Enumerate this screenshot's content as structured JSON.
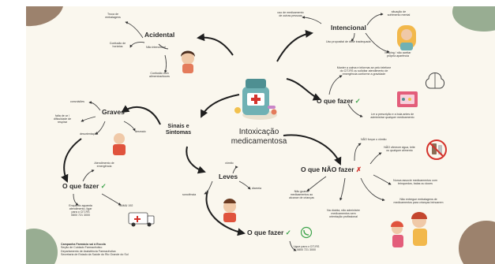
{
  "topics": {
    "center": {
      "line1": "Intoxicação",
      "line2": "medicamentosa"
    },
    "signs": {
      "line1": "Sinais e",
      "line2": "Sintomas"
    },
    "accidental": "Acidental",
    "intentional": "Intencional",
    "graves": "Graves",
    "leves": "Leves"
  },
  "accidental_notes": {
    "troca_1": "Troca de",
    "troca_2": "embalagens",
    "confusao_1": "Confusão de",
    "confusao_2": "horários",
    "nao_intencional": "Não intencional",
    "alimentos_1": "Confusão com",
    "alimentos_2": "alimentos/doces"
  },
  "intentional_notes": {
    "uso_1": "uso de medicamento",
    "uso_2": "de outras pessoas",
    "situacao_1": "situação de",
    "situacao_2": "sofrimento mental",
    "proposital": "Uso proposital de dose inadequada",
    "bullying_1": "bullying / não aceitar",
    "bullying_2": "própria aparência"
  },
  "graves_notes": {
    "convulsoes": "convulsões",
    "falta_ar_1": "falta de ar /",
    "falta_ar_2": "dificuldade de",
    "falta_ar_3": "respirar",
    "desorientacao": "desorientação",
    "desmaio": "desmaio"
  },
  "leves_notes": {
    "vomito": "vômito",
    "diarreia": "diarreia",
    "sonolencia": "sonolência"
  },
  "what_to_do_left": {
    "title": "O que fazer",
    "atendimento_1": "Atendimento de",
    "atendimento_2": "emergência",
    "enquanto_1": "Enquanto aguarda",
    "enquanto_2": "atendimento, ligar",
    "enquanto_3": "para o CIT-RS",
    "enquanto_4": "0800 721 3000",
    "samu": "SAMU 192"
  },
  "what_to_do_right": {
    "title": "O que fazer",
    "manter_1": "Manter a calma e informar-se pelo telefone",
    "manter_2": "do CIT-RS ou solicitar atendimento de",
    "manter_3": "emergência conforme a gravidade",
    "ler_1": "Ler a prescrição e a bula antes de",
    "ler_2": "administrar qualquer medicamento"
  },
  "what_not_to_do": {
    "title": "O que NÃO fazer",
    "vomito": "NÃO forçar o vômito",
    "oferecer_1": "NÃO oferecer água, leite",
    "oferecer_2": "ou qualquer alimento",
    "associe_1": "Nunca associe medicamentos com",
    "associe_2": "brinquedos, balas ou doces",
    "guarde_1": "Não guarde",
    "guarde_2": "medicamentos ao",
    "guarde_3": "alcance de crianças",
    "duvida_1": "Na dúvida, não administre",
    "duvida_2": "medicamentos sem",
    "duvida_3": "orientação profissional",
    "entregue_1": "Não entregue embalagens de",
    "entregue_2": "medicamentos para crianças brincarem"
  },
  "what_to_do_bottom": {
    "title": "O que fazer",
    "ligue_1": "Ligue para o CIT-RS",
    "ligue_2": "0800 721 3000"
  },
  "footer": {
    "line1": "Campanha Farmácia sai à Escola",
    "line2": "Seção de Cuidado Farmacêutico",
    "line3": "Departamento de Assistência Farmacêutica",
    "line4": "Secretaria de Estado da Saúde do Rio Grande do Sul"
  },
  "colors": {
    "background": "#faf7ee",
    "blob_brown": "#8b6d56",
    "blob_sage": "#7f9a7a",
    "check_green": "#3ca34a",
    "cross_red": "#d4332c",
    "arrow_black": "#1e1e1e"
  },
  "icons": [
    "medicine-bottle-icon",
    "ambulance-icon",
    "phone-icon",
    "brain-icon",
    "no-food-icon",
    "toys-icon",
    "pill-bottle-icon"
  ]
}
